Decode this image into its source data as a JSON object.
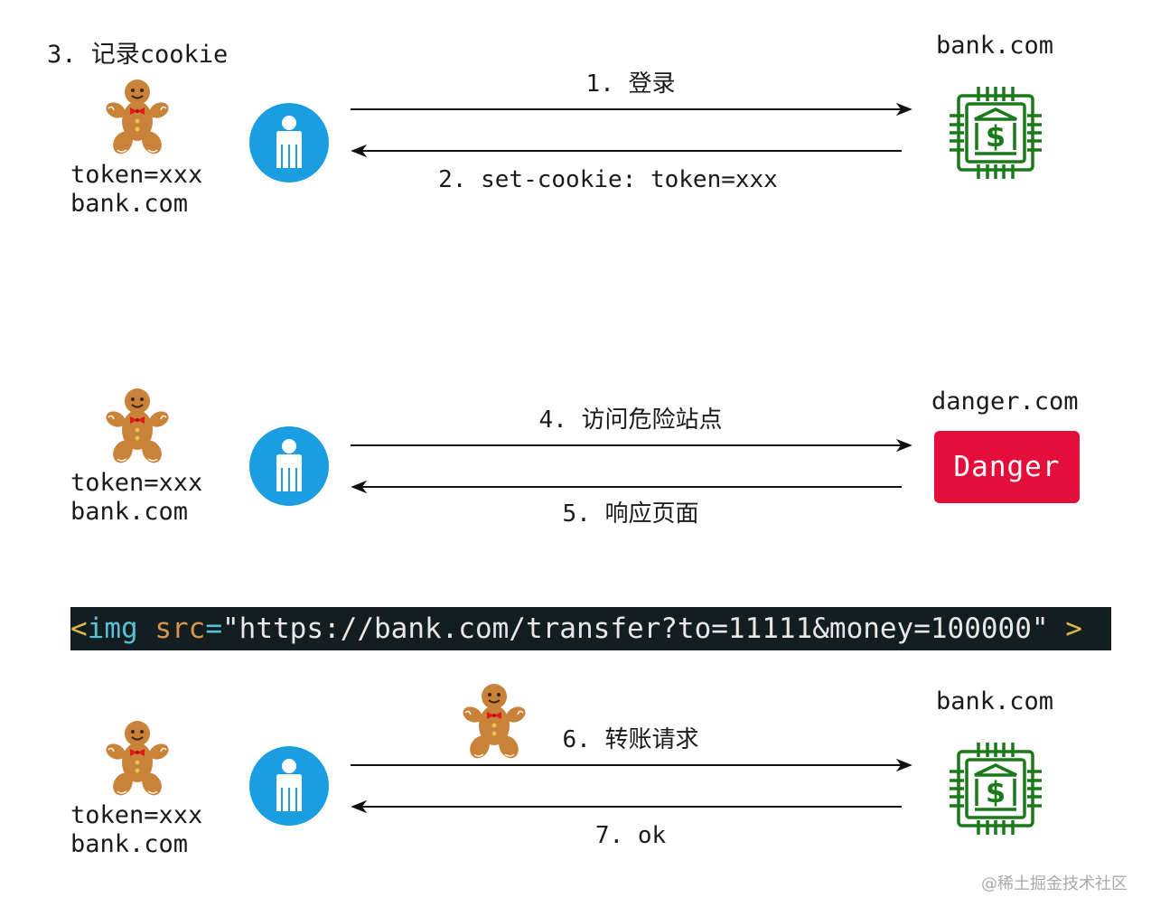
{
  "sections": [
    {
      "heading": "3. 记录cookie",
      "cookie_label_1": "token=xxx",
      "cookie_label_2": "bank.com",
      "arrow_right_label": "1. 登录",
      "arrow_left_label": "2. set-cookie: token=xxx",
      "target_label": "bank.com"
    },
    {
      "cookie_label_1": "token=xxx",
      "cookie_label_2": "bank.com",
      "arrow_right_label": "4. 访问危险站点",
      "arrow_left_label": "5. 响应页面",
      "target_label": "danger.com",
      "danger_button": "Danger"
    },
    {
      "cookie_label_1": "token=xxx",
      "cookie_label_2": "bank.com",
      "arrow_right_label": "6. 转账请求",
      "arrow_left_label": "7. ok",
      "target_label": "bank.com"
    }
  ],
  "code": {
    "open": "<",
    "tag": "img",
    "attr": "src",
    "eq": "=",
    "value": "\"https://bank.com/transfer?to=11111&money=100000\"",
    "close": ">"
  },
  "watermark": "@稀土掘金技术社区",
  "colors": {
    "user_icon": "#1b9de2",
    "bank_icon": "#1a7a1a",
    "danger": "#e40e3b",
    "cookie": "#c8823a"
  },
  "icons": [
    "user-icon",
    "gingerbread-cookie-icon",
    "bank-chip-icon"
  ]
}
